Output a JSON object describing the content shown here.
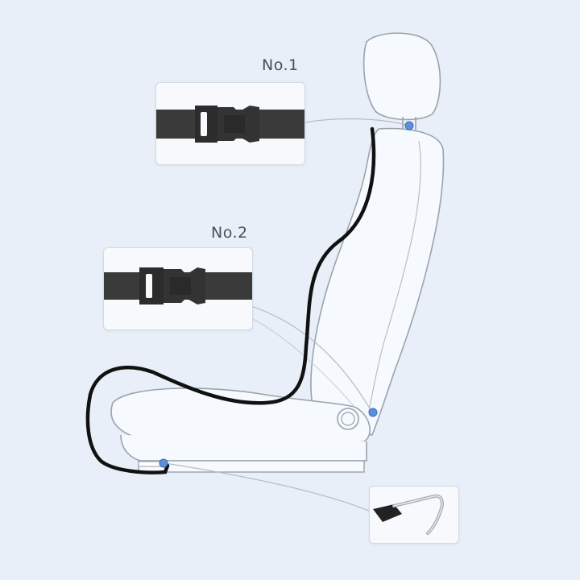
{
  "labels": {
    "no1": "No.1",
    "no2": "No.2"
  },
  "parts": {
    "strap_buckle_top": "buckle-strap",
    "strap_buckle_middle": "buckle-strap",
    "hook": "metal-hook"
  },
  "colors": {
    "background": "#e8eff8",
    "seat_fill": "#f6f9fe",
    "seat_outline": "#9aa3ad",
    "cushion_line": "#111111",
    "anchor_dot": "#5b8fd9",
    "strap": "#3a3a3a"
  }
}
